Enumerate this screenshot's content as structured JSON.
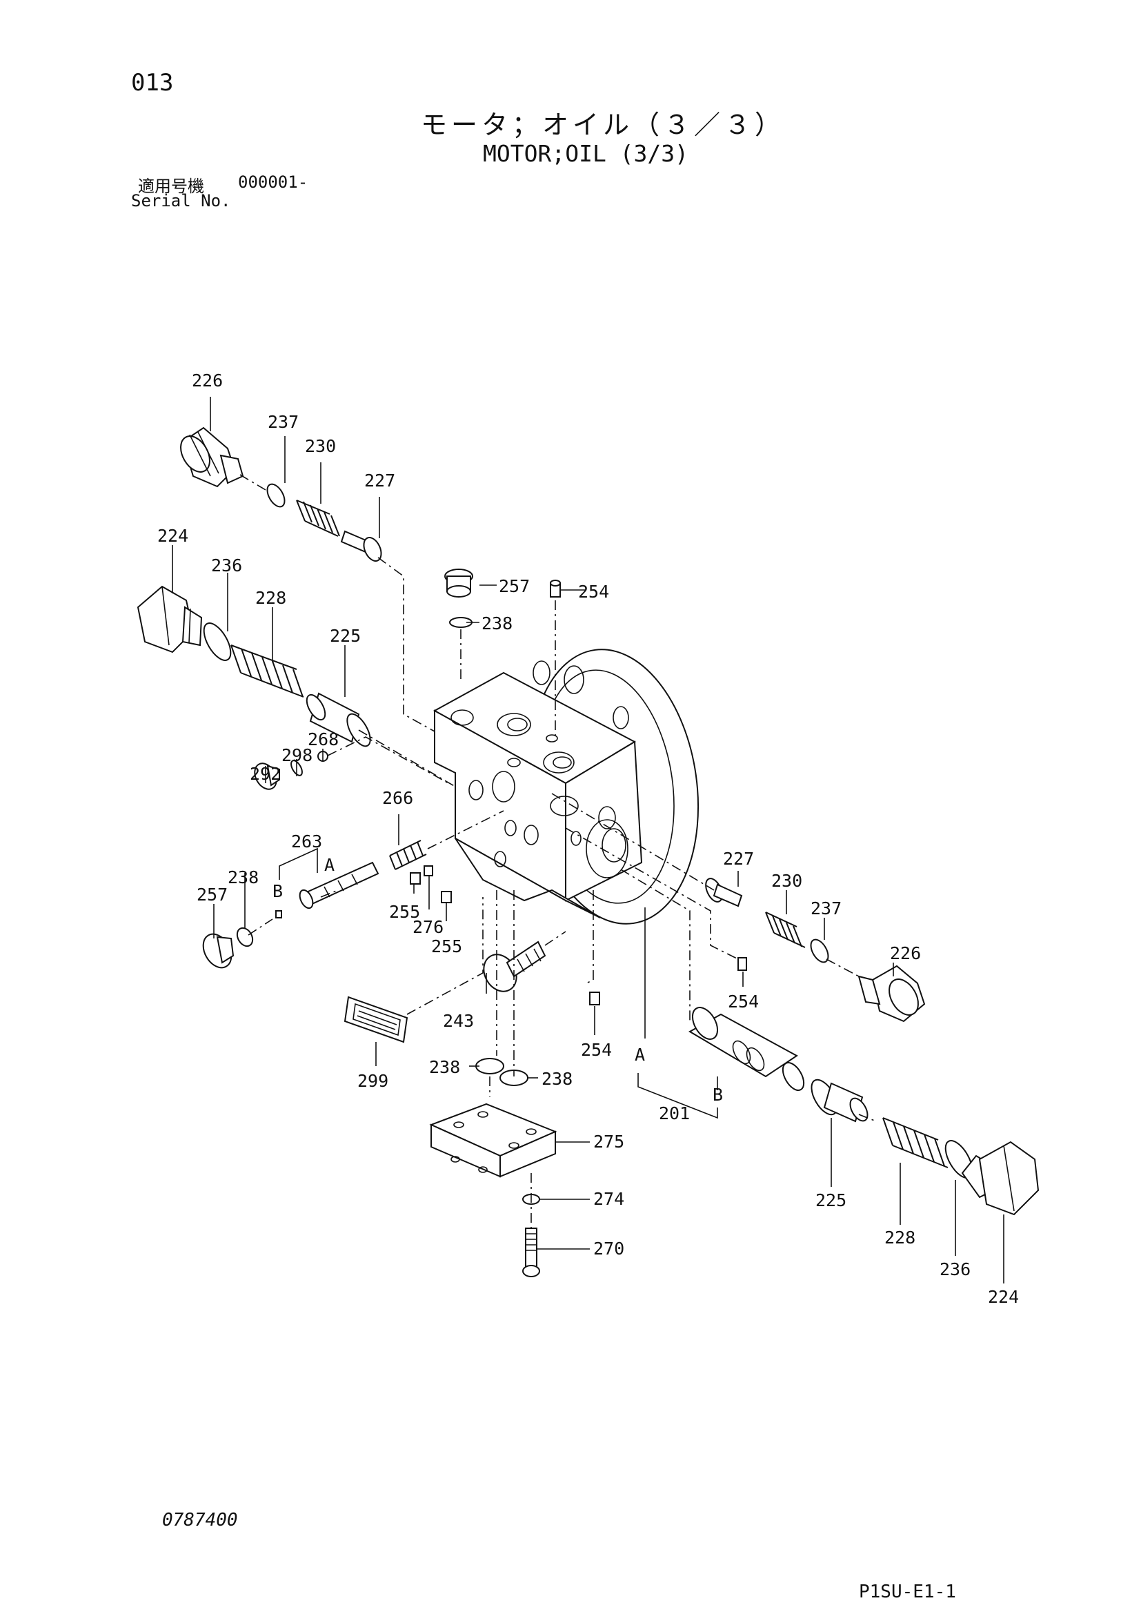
{
  "header": {
    "page_number": "013",
    "title_jp": "モータ；オイル（３／３）",
    "title_en": "MOTOR;OIL (3/3)",
    "serial_label_jp": "適用号機",
    "serial_range": "000001-",
    "serial_label_en": "Serial No."
  },
  "footer": {
    "drawing_number": "0787400",
    "sheet_code": "P1SU-E1-1"
  },
  "labels": {
    "p226_top": "226",
    "p237_top": "237",
    "p230_top": "230",
    "p227_top": "227",
    "p224_left": "224",
    "p236_left": "236",
    "p228_left": "228",
    "p225_left": "225",
    "p257_top": "257",
    "p254_top": "254",
    "p238_top": "238",
    "p292": "292",
    "p298": "298",
    "p268": "268",
    "p266": "266",
    "p263": "263",
    "p238_left": "238",
    "p257_left": "257",
    "p255_a": "255",
    "p276": "276",
    "p255_b": "255",
    "p227_right": "227",
    "p230_right": "230",
    "p237_right": "237",
    "p226_right": "226",
    "p254_right": "254",
    "p243": "243",
    "p254_mid": "254",
    "p299": "299",
    "p238_lo_left": "238",
    "p238_lo_right": "238",
    "p201": "201",
    "p275": "275",
    "p274": "274",
    "p270": "270",
    "p225_right": "225",
    "p228_right": "228",
    "p236_right": "236",
    "p224_right": "224",
    "mark_a_left": "A",
    "mark_b_left": "B",
    "mark_a_right": "A",
    "mark_b_right": "B"
  }
}
